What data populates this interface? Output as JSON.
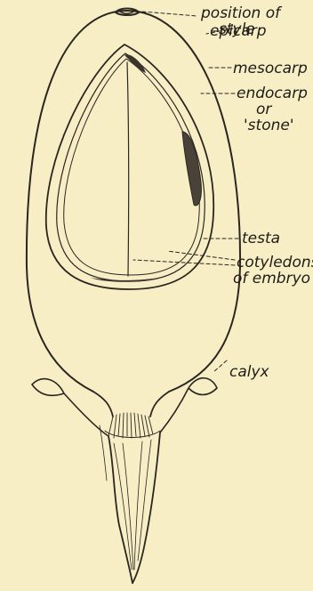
{
  "diagram": {
    "labels": {
      "position_of_style_line1": "position of",
      "position_of_style_line2": "style",
      "epicarp": "epicarp",
      "mesocarp": "mesocarp",
      "endocarp_line1": "endocarp",
      "endocarp_line2": "or",
      "endocarp_line3": "'stone'",
      "testa": "testa",
      "cotyledons_line1": "cotyledons",
      "cotyledons_line2": "of embryo",
      "calyx": "calyx"
    },
    "colors": {
      "background": "#f7eec6",
      "ink": "#2a2620"
    }
  }
}
